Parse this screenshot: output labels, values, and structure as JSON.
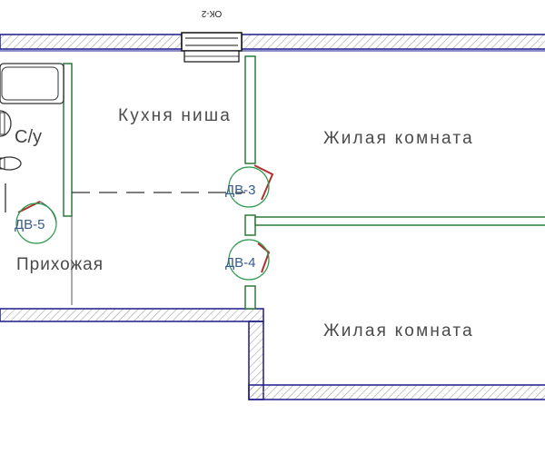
{
  "plan": {
    "window_tag": "ОК-2",
    "rooms": {
      "kitchen": "Кухня ниша",
      "living_1": "Жилая комната",
      "living_2": "Жилая комната",
      "hallway": "Прихожая",
      "bathroom": "С/у"
    },
    "doors": {
      "hall_door": "ДВ-5",
      "door_upper": "ДВ-3",
      "door_lower": "ДВ-4"
    },
    "colors": {
      "wall_outline": "#1a1a8c",
      "wall_hatch": "#9a9a9a",
      "partition": "#2f7a3a",
      "door_marker": "#b03030",
      "tag_circle": "#2a9a4a"
    }
  }
}
